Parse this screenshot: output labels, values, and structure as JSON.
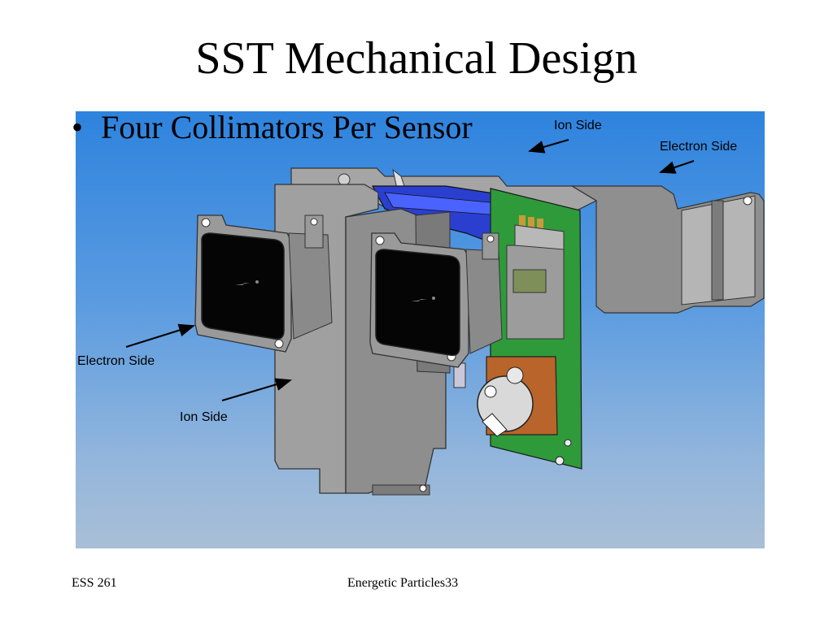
{
  "slide": {
    "title": "SST Mechanical Design",
    "bullet": "Four Collimators Per Sensor"
  },
  "callouts": {
    "ion_side_top": "Ion Side",
    "electron_side_top": "Electron Side",
    "electron_side_left": "Electron Side",
    "ion_side_left": "Ion Side"
  },
  "footer": {
    "course": "ESS 261",
    "topic": "Energetic Particles",
    "page": "33"
  },
  "colors": {
    "panel_top": "#2e83de",
    "panel_bottom": "#a9bfd6",
    "housing_gray": "#9a9a9a",
    "circuit_board": "#2f9a3a",
    "blue_part": "#2a3fd0",
    "copper": "#b8642a"
  }
}
